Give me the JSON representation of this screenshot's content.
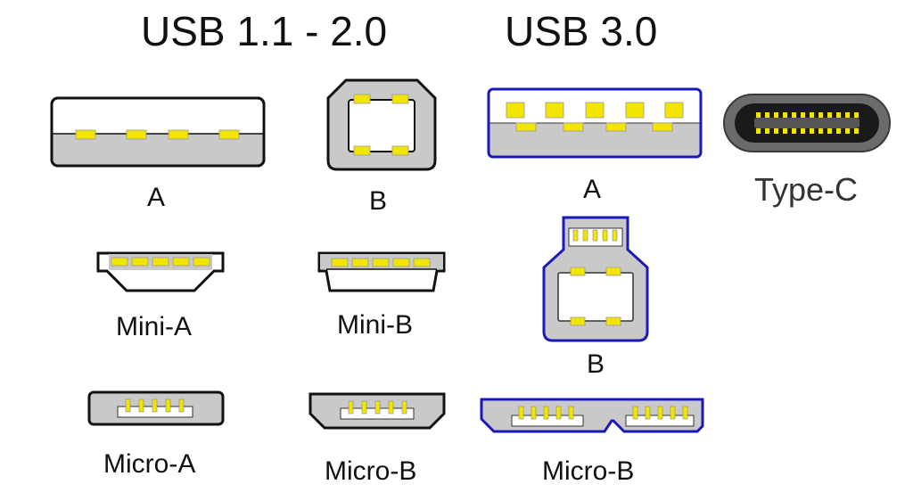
{
  "headings": {
    "usb2": "USB 1.1 - 2.0",
    "usb3": "USB 3.0"
  },
  "labels": {
    "usb2_a": "A",
    "usb2_b": "B",
    "usb2_mini_a": "Mini-A",
    "usb2_mini_b": "Mini-B",
    "usb2_micro_a": "Micro-A",
    "usb2_micro_b": "Micro-B",
    "usb3_a": "A",
    "usb3_b": "B",
    "usb3_micro_b": "Micro-B",
    "type_c": "Type-C"
  },
  "colors": {
    "outline_black": "#111111",
    "outline_blue": "#1a1ab8",
    "housing_gray": "#c9c9c9",
    "pin_yellow": "#f2e600",
    "type_c_shell": "#6b6b6b",
    "type_c_core": "#1a1a1a"
  }
}
